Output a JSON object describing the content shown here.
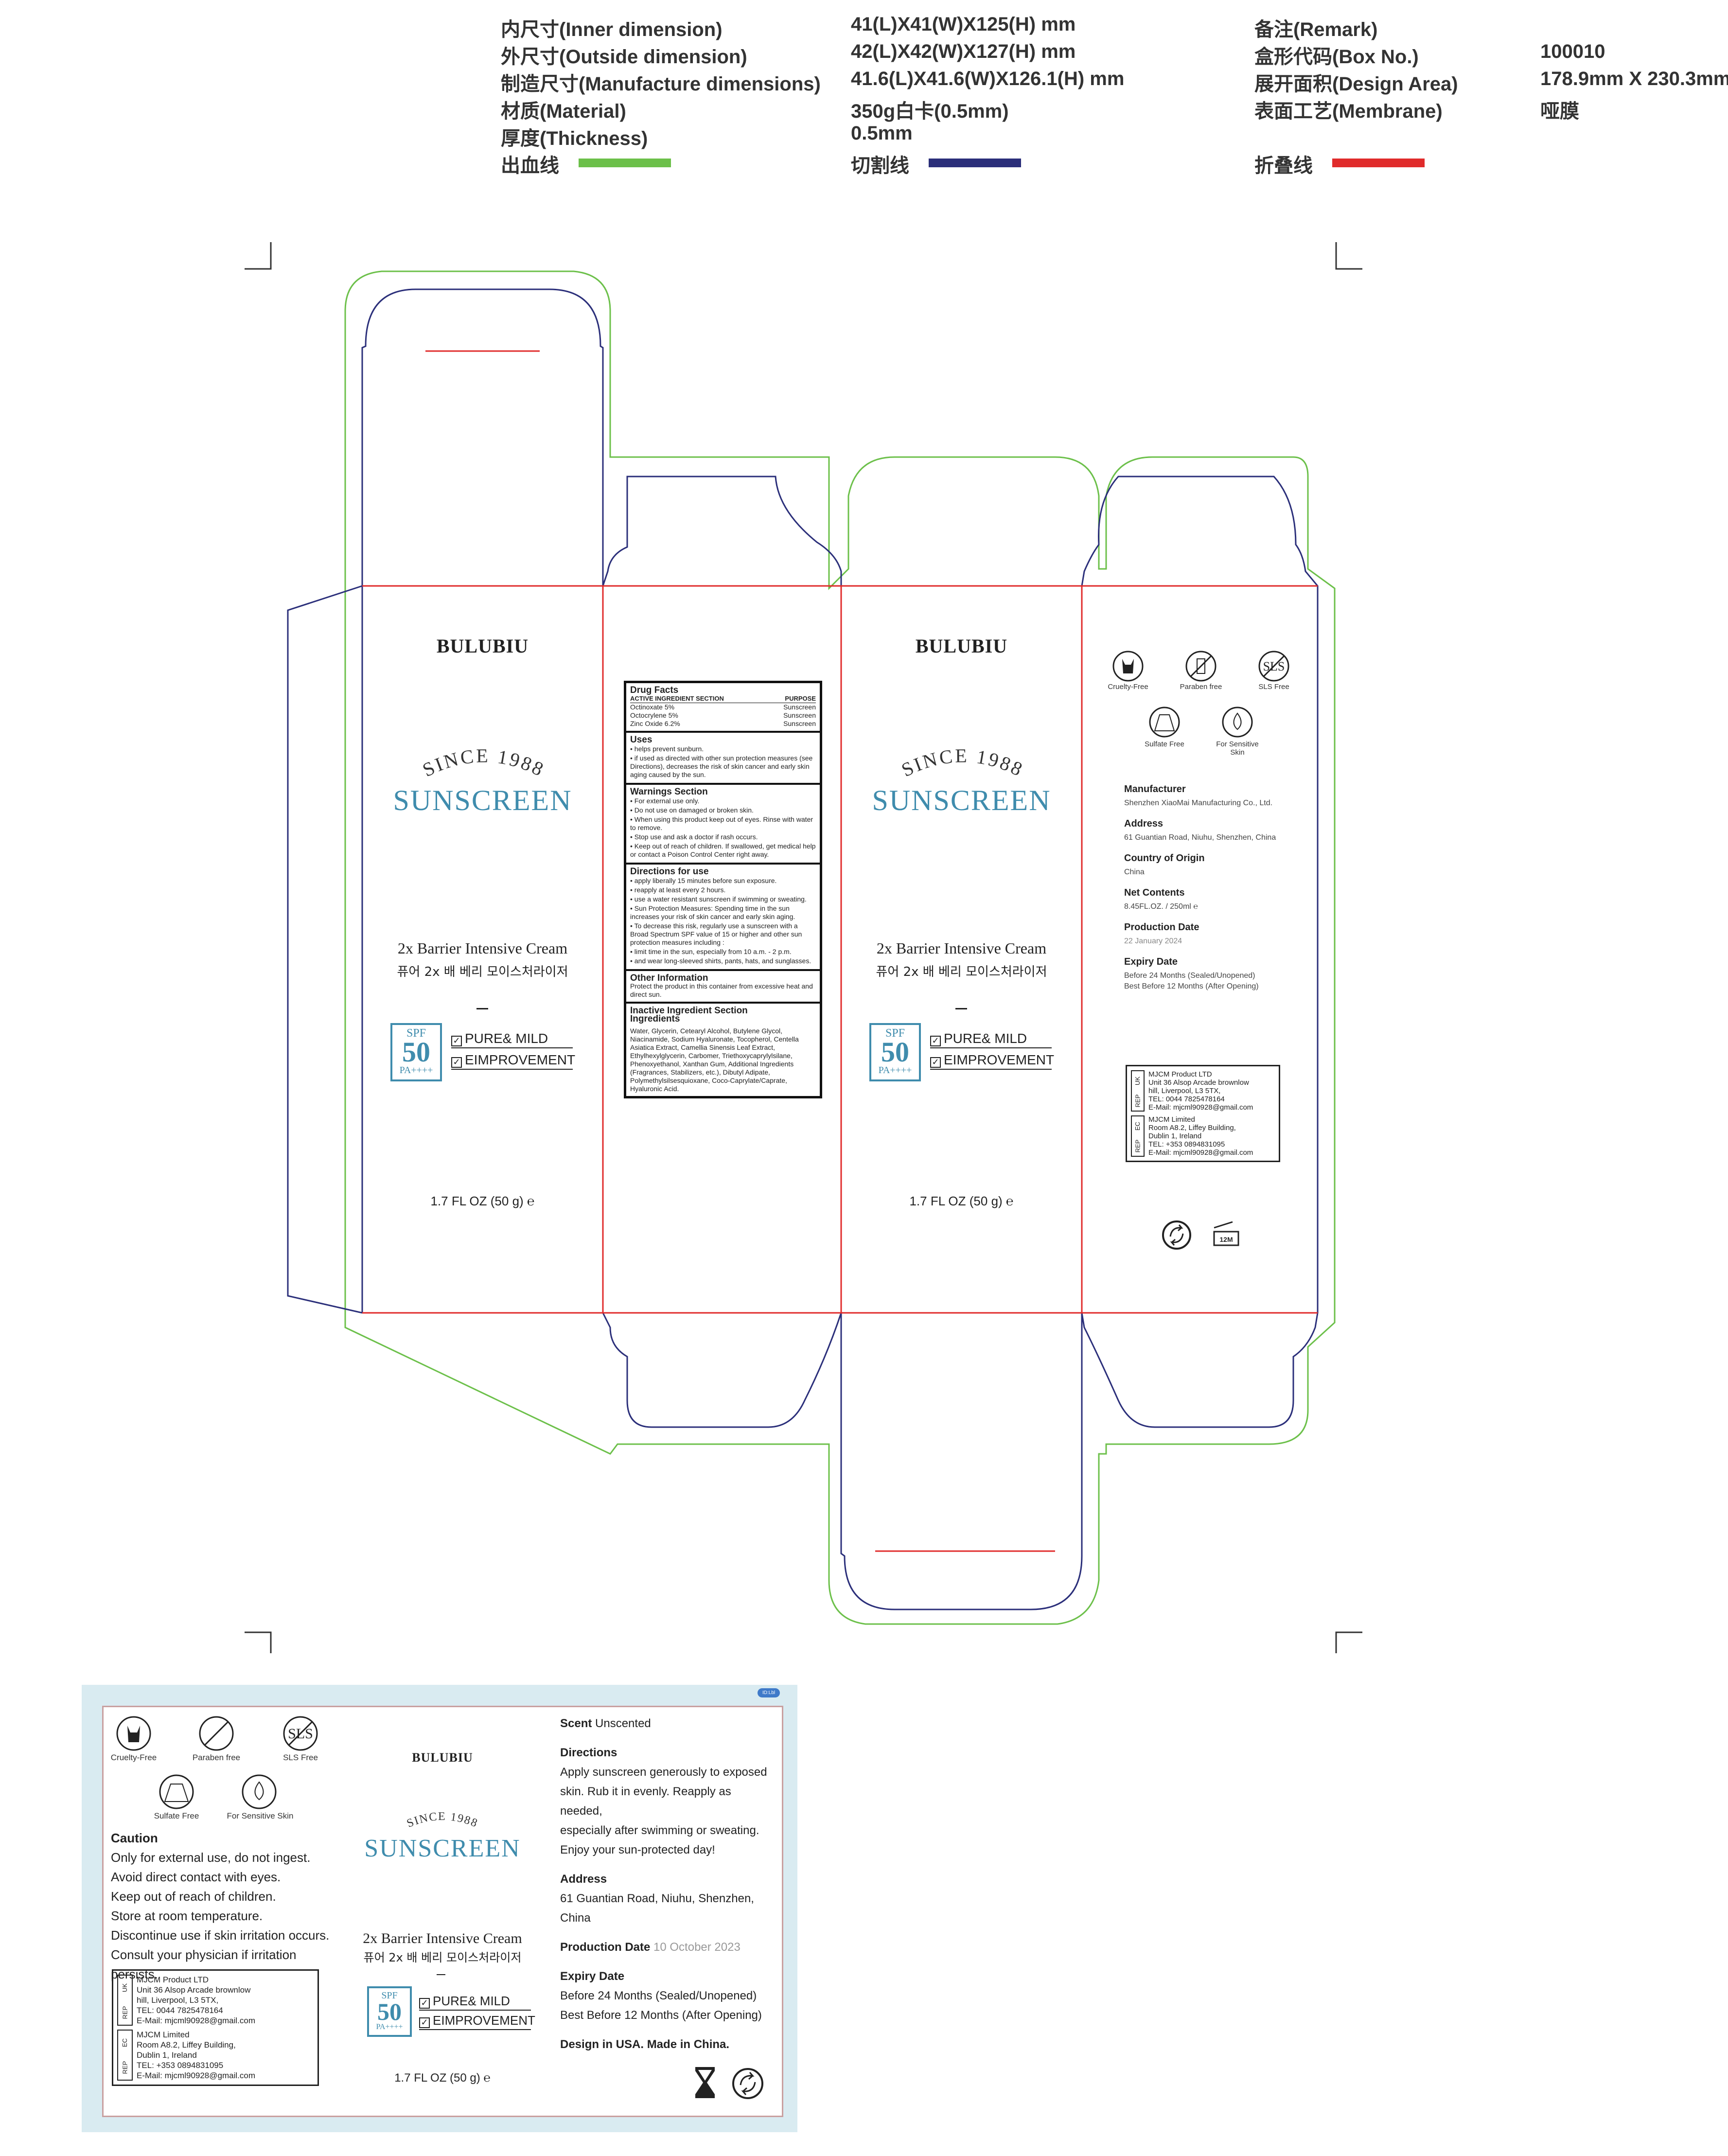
{
  "spec": {
    "inner_label": "内尺寸(Inner dimension)",
    "inner_value": "41(L)X41(W)X125(H) mm",
    "outside_label": "外尺寸(Outside dimension)",
    "outside_value": "42(L)X42(W)X127(H) mm",
    "manufacture_label": "制造尺寸(Manufacture dimensions)",
    "manufacture_value": "41.6(L)X41.6(W)X126.1(H) mm",
    "material_label": "材质(Material)",
    "material_value": "350g白卡(0.5mm)",
    "thickness_label": "厚度(Thickness)",
    "thickness_value": "0.5mm",
    "remark_label": "备注(Remark)",
    "box_no_label": "盒形代码(Box No.)",
    "box_no_value": "100010",
    "design_area_label": "展开面积(Design Area)",
    "design_area_value": "178.9mm X 230.3mm",
    "membrane_label": "表面工艺(Membrane)",
    "membrane_value": "哑膜",
    "bleed_label": "出血线",
    "cut_label": "切割线",
    "fold_label": "折叠线"
  },
  "colors": {
    "bleed": "#6cc04a",
    "cut": "#2b2f7a",
    "fold": "#e02b2b",
    "accent": "#3f8cad"
  },
  "front": {
    "brand": "BULUBIU",
    "since": "SINCE 1988",
    "title": "SUNSCREEN",
    "product_name": "2x Barrier Intensive Cream",
    "product_name_kr": "퓨어 2x 배 베리 모이스처라이저",
    "dash": "—",
    "spf_top": "SPF",
    "spf_num": "50",
    "spf_pa": "PA++++",
    "claim1": "PURE& MILD",
    "claim2": "EIMPROVEMENT",
    "net": "1.7 FL OZ (50 g) ℮"
  },
  "drug_facts": {
    "title": "Drug Facts",
    "active_header": "ACTIVE INGREDIENT SECTION",
    "purpose_header": "PURPOSE",
    "actives": [
      {
        "name": "Octinoxate 5%",
        "purpose": "Sunscreen"
      },
      {
        "name": "Octocrylene 5%",
        "purpose": "Sunscreen"
      },
      {
        "name": "Zinc Oxide 6.2%",
        "purpose": "Sunscreen"
      }
    ],
    "uses_title": "Uses",
    "uses": [
      "• helps prevent sunburn.",
      "• if used as directed with other sun protection measures (see Directions), decreases the risk of skin cancer and early skin aging caused by the sun."
    ],
    "warnings_title": "Warnings Section",
    "warnings": [
      "• For external use only.",
      "• Do not use on damaged or broken skin.",
      "• When using this product keep out of eyes. Rinse with water to remove.",
      "• Stop use and ask a doctor if rash occurs.",
      "• Keep out of reach of children. If swallowed, get medical help or contact a Poison Control Center right away."
    ],
    "directions_title": "Directions for use",
    "directions": [
      "• apply liberally 15 minutes before sun exposure.",
      "• reapply at least every 2 hours.",
      "• use a water resistant sunscreen if swimming or sweating.",
      "• Sun Protection Measures: Spending time in the sun increases your risk of skin cancer and early skin aging.",
      "• To decrease this risk, regularly use a sunscreen with a Broad Spectrum SPF value of 15 or higher and other sun protection measures including :",
      "• limit time in the sun, especially from 10 a.m. - 2 p.m.",
      "• and wear long-sleeved shirts, pants, hats, and sunglasses."
    ],
    "other_title": "Other Information",
    "other": "Protect the product in this container from excessive heat and direct sun.",
    "inactive_title": "Inactive Ingredient Section",
    "ingredients_title": "Ingredients",
    "ingredients": "Water, Glycerin, Cetearyl Alcohol, Butylene Glycol, Niacinamide, Sodium Hyaluronate, Tocopherol, Centella Asiatica Extract, Camellia Sinensis Leaf Extract, Ethylhexylglycerin, Carbomer, Triethoxycaprylylsilane, Phenoxyethanol, Xanthan Gum, Additional Ingredients (Fragrances, Stabilizers, etc.), Dibutyl Adipate, Polymethylsilsesquioxane, Coco-Caprylate/Caprate, Hyaluronic Acid."
  },
  "info_panel": {
    "icons": [
      "Cruelty-Free",
      "Paraben free",
      "SLS Free",
      "Sulfate Free",
      "For Sensitive Skin"
    ],
    "sls_text": "SLS",
    "manufacturer_label": "Manufacturer",
    "manufacturer_value": "Shenzhen XiaoMai Manufacturing Co., Ltd.",
    "address_label": "Address",
    "address_value": "61 Guantian Road, Niuhu, Shenzhen, China",
    "origin_label": "Country of Origin",
    "origin_value": "China",
    "net_label": "Net Contents",
    "net_value": "8.45FL.OZ. / 250ml ℮",
    "prod_label": "Production Date",
    "prod_value": "22 January 2024",
    "expiry_label": "Expiry Date",
    "expiry_1": "Before 24 Months (Sealed/Unopened)",
    "expiry_2": "Best Before 12 Months (After Opening)",
    "uk_tag1": "UK",
    "uk_tag2": "REP",
    "uk_lines": [
      "MJCM Product LTD",
      "Unit 36 Alsop Arcade brownlow",
      "hill, Liverpool, L3 5TX,",
      "TEL: 0044 7825478164",
      "E-Mail: mjcml90928@gmail.com"
    ],
    "ec_tag1": "EC",
    "ec_tag2": "REP",
    "ec_lines": [
      "MJCM Limited",
      "Room A8.2, Liffey Building,",
      "Dublin 1, Ireland",
      "TEL: +353 0894831095",
      "E-Mail: mjcml90928@gmail.com"
    ],
    "pao": "12M"
  },
  "label": {
    "tag": "ID:Lbl",
    "brand": "BULUBIU",
    "since": "SINCE 1988",
    "title": "SUNSCREEN",
    "product_name": "2x Barrier Intensive Cream",
    "product_name_kr": "퓨어 2x 배 베리 모이스처라이저",
    "dash": "—",
    "spf_top": "SPF",
    "spf_num": "50",
    "spf_pa": "PA++++",
    "claim1": "PURE& MILD",
    "claim2": "EIMPROVEMENT",
    "net": "1.7 FL OZ (50 g) ℮",
    "icons": [
      "Cruelty-Free",
      "Paraben free",
      "SLS Free",
      "Sulfate Free",
      "For Sensitive Skin"
    ],
    "caution_title": "Caution",
    "caution_lines": [
      "Only for external use, do not ingest.",
      "Avoid direct contact with eyes.",
      "Keep out of reach of children.",
      "Store at room temperature.",
      "Discontinue use if skin irritation occurs.",
      "Consult your physician if irritation persists."
    ],
    "scent_label": "Scent",
    "scent_value": "Unscented",
    "directions_label": "Directions",
    "directions_lines": [
      "Apply sunscreen generously to exposed",
      "skin. Rub it in evenly. Reapply as needed,",
      "especially after swimming or sweating.",
      "Enjoy your sun-protected day!"
    ],
    "address_label": "Address",
    "address_value": "61 Guantian Road, Niuhu, Shenzhen, China",
    "prod_label": "Production Date",
    "prod_value": "10 October 2023",
    "expiry_label": "Expiry Date",
    "expiry_1": "Before 24 Months (Sealed/Unopened)",
    "expiry_2": "Best Before 12 Months (After Opening)",
    "design": "Design in USA. Made in China.",
    "uk_lines": [
      "MJCM Product LTD",
      "Unit 36 Alsop Arcade brownlow",
      "hill, Liverpool, L3 5TX,",
      "TEL: 0044 7825478164",
      "E-Mail: mjcml90928@gmail.com"
    ],
    "ec_lines": [
      "MJCM Limited",
      "Room A8.2, Liffey Building,",
      "Dublin 1, Ireland",
      "TEL: +353 0894831095",
      "E-Mail: mjcml90928@gmail.com"
    ]
  }
}
